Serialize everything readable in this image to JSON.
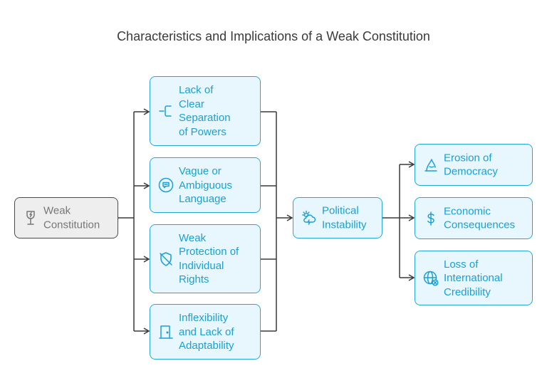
{
  "title": "Characteristics and Implications of a Weak Constitution",
  "root": {
    "label": "Weak\nConstitution",
    "icon": "wine-glass-icon"
  },
  "causes": [
    {
      "label": "Lack of\nClear\nSeparation\nof Powers",
      "icon": "bracket-split-icon"
    },
    {
      "label": "Vague or\nAmbiguous\nLanguage",
      "icon": "speech-bubble-icon"
    },
    {
      "label": "Weak\nProtection of\nIndividual\nRights",
      "icon": "shield-off-icon"
    },
    {
      "label": "Inflexibility\nand Lack of\nAdaptability",
      "icon": "door-icon"
    }
  ],
  "center": {
    "label": "Political\nInstability",
    "icon": "storm-cloud-icon"
  },
  "effects": [
    {
      "label": "Erosion of\nDemocracy",
      "icon": "erosion-icon"
    },
    {
      "label": "Economic\nConsequences",
      "icon": "dollar-icon"
    },
    {
      "label": "Loss of\nInternational\nCredibility",
      "icon": "globe-x-icon"
    }
  ],
  "colors": {
    "accent": "#27a6d6",
    "text": "#1aa0d2",
    "node_fill": "#e8f7fd",
    "root_border": "#4a4a4a",
    "root_fill": "#eeeeee",
    "line": "#3a3a3a"
  }
}
